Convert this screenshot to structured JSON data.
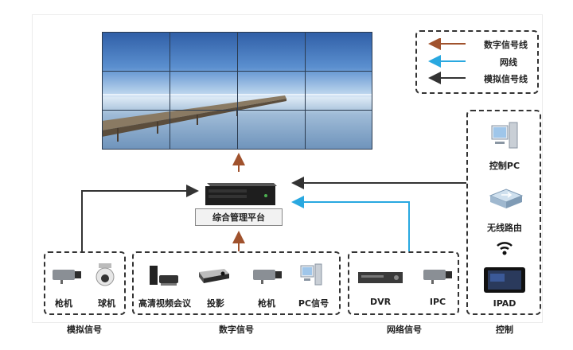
{
  "legend": {
    "digital": "数字信号线",
    "network": "网线",
    "analog": "模拟信号线"
  },
  "colors": {
    "digital": "#a0522d",
    "network": "#29a8e0",
    "analog": "#333333"
  },
  "platform": "综合管理平台",
  "groups": {
    "analog": {
      "title": "模拟信号",
      "items": [
        "枪机",
        "球机"
      ]
    },
    "digital": {
      "title": "数字信号",
      "items": [
        "高清视频会议",
        "投影",
        "枪机",
        "PC信号"
      ]
    },
    "network": {
      "title": "网络信号",
      "items": [
        "DVR",
        "IPC"
      ]
    },
    "control": {
      "title": "控制",
      "items": [
        "控制PC",
        "无线路由",
        "IPAD"
      ]
    }
  },
  "icons": [
    "video-wall-icon",
    "server-icon",
    "bullet-camera-icon",
    "dome-camera-icon",
    "conference-icon",
    "projector-icon",
    "pc-icon",
    "dvr-icon",
    "router-icon",
    "wifi-icon",
    "tablet-icon"
  ]
}
